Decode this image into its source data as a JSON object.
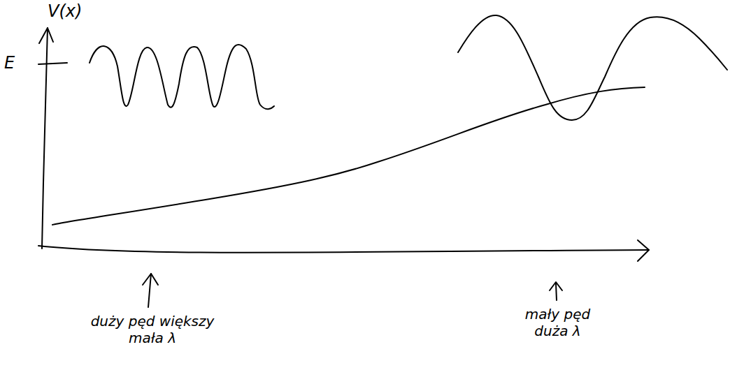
{
  "diagram": {
    "labels": [
      "V(x)",
      "E",
      "duży pęd większy mała λ",
      "mały pęd duża λ"
    ]
  }
}
